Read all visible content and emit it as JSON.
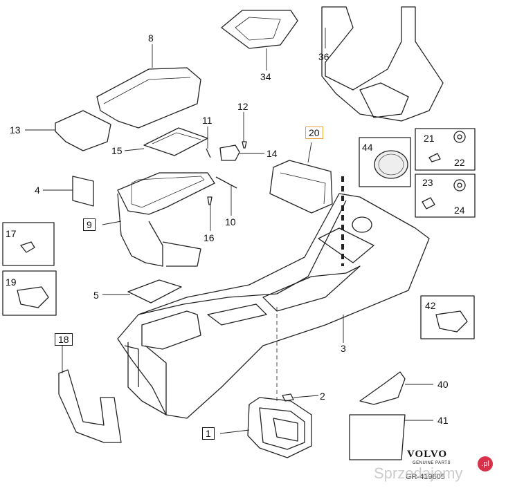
{
  "callouts": {
    "n1": "1",
    "n2": "2",
    "n3": "3",
    "n4": "4",
    "n5": "5",
    "n8": "8",
    "n9": "9",
    "n10": "10",
    "n11": "11",
    "n12": "12",
    "n13": "13",
    "n14": "14",
    "n15": "15",
    "n16": "16",
    "n17": "17",
    "n18": "18",
    "n19": "19",
    "n20": "20",
    "n21": "21",
    "n22": "22",
    "n23": "23",
    "n24": "24",
    "n34": "34",
    "n36": "36",
    "n40": "40",
    "n41": "41",
    "n42": "42",
    "n44": "44"
  },
  "brand": {
    "name": "VOLVO",
    "subtitle": "GENUINE PARTS",
    "drawing_id": "GR-419605"
  },
  "watermark": {
    "text": "Sprzedajemy",
    "suffix": ".pl"
  },
  "colors": {
    "line": "#222222",
    "highlight": "#e8a23a",
    "wm_badge": "#d8324a"
  }
}
